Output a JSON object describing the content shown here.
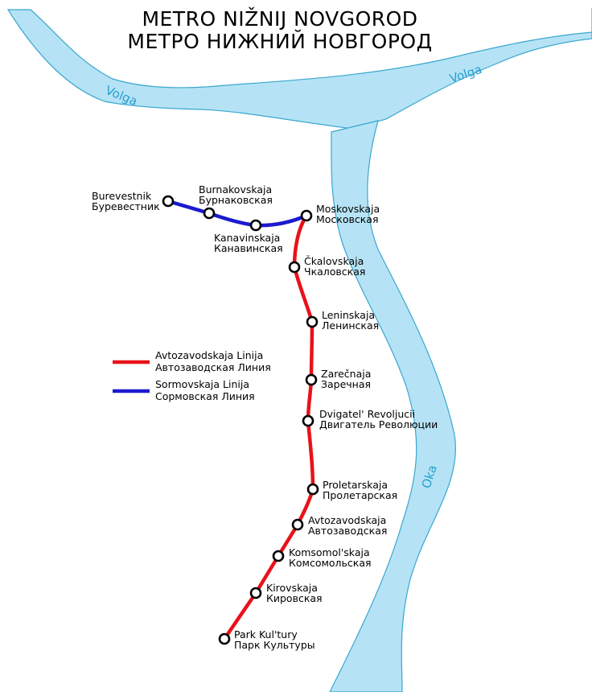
{
  "title": {
    "latin": "METRO NIŽNIJ NOVGOROD",
    "cyrillic": "МЕТРО НИЖНИЙ НОВГОРОД"
  },
  "rivers": {
    "volga_west": "Volga",
    "volga_east": "Volga",
    "oka": "Oka"
  },
  "colors": {
    "water": "#b5e3f5",
    "water_edge": "#3aa6cf",
    "avtozavodskaja": "#e8121a",
    "sormovskaja": "#1a1ad0"
  },
  "legend": [
    {
      "latin": "Avtozavodskaja Linija",
      "cyrillic": "Автозаводская Линия",
      "color": "#e8121a"
    },
    {
      "latin": "Sormovskaja Linija",
      "cyrillic": "Сормовская Линия",
      "color": "#1a1ad0"
    }
  ],
  "stations": [
    {
      "latin": "Burevestnik",
      "cyrillic": "Буревестник"
    },
    {
      "latin": "Burnakovskaja",
      "cyrillic": "Бурнаковская"
    },
    {
      "latin": "Kanavinskaja",
      "cyrillic": "Канавинская"
    },
    {
      "latin": "Moskovskaja",
      "cyrillic": "Московская"
    },
    {
      "latin": "Čkalovskaja",
      "cyrillic": "Чкаловская"
    },
    {
      "latin": "Leninskaja",
      "cyrillic": "Ленинская"
    },
    {
      "latin": "Zarečnaja",
      "cyrillic": "Заречная"
    },
    {
      "latin": "Dvigatel' Revoljucii",
      "cyrillic": "Двигатель Революции"
    },
    {
      "latin": "Proletarskaja",
      "cyrillic": "Пролетарская"
    },
    {
      "latin": "Avtozavodskaja",
      "cyrillic": "Автозаводская"
    },
    {
      "latin": "Komsomol'skaja",
      "cyrillic": "Комсомольская"
    },
    {
      "latin": "Kirovskaja",
      "cyrillic": "Кировская"
    },
    {
      "latin": "Park Kul'tury",
      "cyrillic": "Парк Культуры"
    }
  ]
}
